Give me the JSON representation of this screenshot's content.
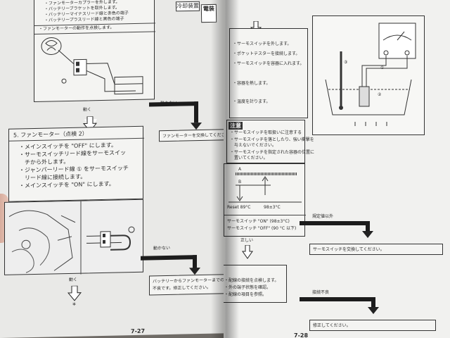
{
  "header": {
    "tab1": "冷却装置",
    "tab2": "電装"
  },
  "left": {
    "step_top_lines": [
      "・ファンモーターカプラーを外します。",
      "・バッテリーブラケットを取外します。",
      "・バッテリーマイナスリード線と赤色の端子",
      "・バッテリープラスリード線と黒色の端子"
    ],
    "step_top_check": "・ファンモーターの動作を点検します。",
    "moves_label": "動く",
    "not_moves_label": "動かない",
    "replace_fan_motor": "ファンモーターを交換してください。",
    "step5_title": "5. ファンモーター（点検 2）",
    "step5_lines": [
      "・メインスイッチを \"OFF\" にします。",
      "・サーモスイッチリード線をサーモスイッ",
      "　チから外します。",
      "・ジャンパーリード線 ① をサーモスイッチ",
      "　リード線に接続します。",
      "・メインスイッチを \"ON\" にします。"
    ],
    "not_moves_label_2": "動かない",
    "check_wiring": "バッテリーからファンモーターまでの配線が",
    "check_wiring_2": "不良です。修正してください。",
    "moves_label_2": "動く",
    "star": "*",
    "page_number": "7-27"
  },
  "right": {
    "top_lines": [
      "・サーモスイッチを外します。",
      "・ポケットテスターを接続します。",
      "・サーモスイッチを容器に入れます。",
      "・容器を熱します。",
      "・温度を計ります。"
    ],
    "note_title": "注意",
    "note_lines": [
      "・サーモスイッチを取扱いに注意する",
      "・サーモスイッチを落としたり、強い衝撃を",
      "　与えないでください。",
      "・サーモスイッチを指定された容器の位置に",
      "　置いてください。"
    ],
    "graph_label_a": "A",
    "graph_label_b": "B",
    "graph_temp_1": "Reset 89°C",
    "graph_temp_2": "98±3°C",
    "switch_line_1": "サーモスイッチ \"ON\" (98±3°C)",
    "switch_line_2": "サーモスイッチ \"OFF\" (90 °C 以下)",
    "ok_label": "正しい",
    "out_of_spec": "規定値以外",
    "replace_thermo": "サーモスイッチを交換してください。",
    "bottom_lines": [
      "・配線の接続を点検します。",
      "・外の端子状態を確認。",
      "・配線の項目を参照。"
    ],
    "poor_connection": "接続不良",
    "repair": "修正してください。",
    "page_number": "7-28",
    "callouts": [
      "①",
      "②",
      "③"
    ]
  }
}
